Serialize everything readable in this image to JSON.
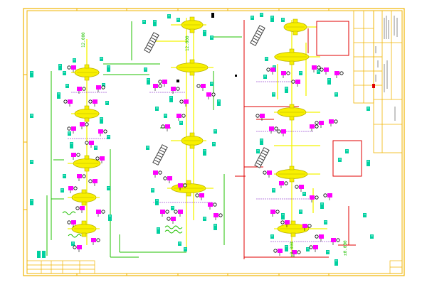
{
  "diagram": {
    "colors": {
      "background": "#ffffff",
      "frame": "#f0b400",
      "process_line": "#f4f400",
      "utility_line": "#20c000",
      "hot_line": "#e00000",
      "instrument_bubble": "#ff00ff",
      "tag": "#00d0a0",
      "equipment_fill": "#f8f000",
      "equipment_outline": "#b8b000",
      "drum": "#404040",
      "signal_line": "#7000c0",
      "black": "#000000"
    },
    "level_labels": [
      {
        "id": "lv-a",
        "text": "12.000"
      },
      {
        "id": "lv-b",
        "text": "12.000"
      },
      {
        "id": "lv-c",
        "text": "±0.000"
      },
      {
        "id": "lv-d",
        "text": "±0.000"
      }
    ],
    "equipment": [
      {
        "id": "eq-a1",
        "section": "left"
      },
      {
        "id": "eq-a2",
        "section": "left"
      },
      {
        "id": "eq-a3",
        "section": "left"
      },
      {
        "id": "eq-a4",
        "section": "left"
      },
      {
        "id": "eq-a5",
        "section": "left"
      },
      {
        "id": "eq-b1",
        "section": "middle"
      },
      {
        "id": "eq-b2",
        "section": "middle"
      },
      {
        "id": "eq-b3",
        "section": "middle"
      },
      {
        "id": "eq-b4",
        "section": "middle"
      },
      {
        "id": "eq-c1",
        "section": "right"
      },
      {
        "id": "eq-c2",
        "section": "right"
      },
      {
        "id": "eq-c3",
        "section": "right"
      },
      {
        "id": "eq-c4",
        "section": "right"
      },
      {
        "id": "eq-c5",
        "section": "right"
      }
    ]
  }
}
